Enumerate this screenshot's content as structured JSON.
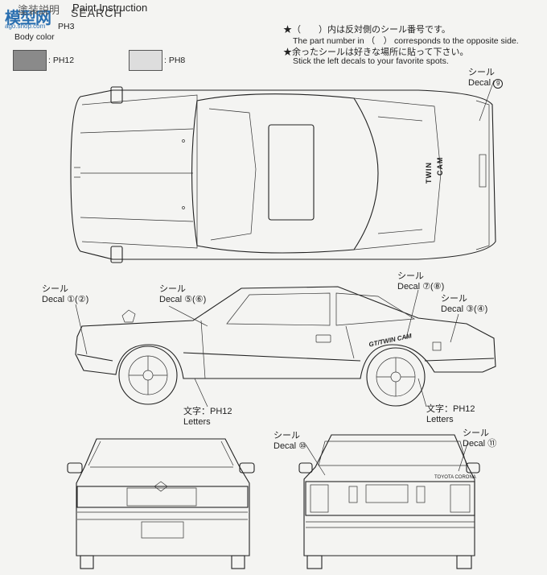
{
  "header": {
    "logo_main": "模型网",
    "logo_sub": "ago.shop.com",
    "title_jp": "塗装説明",
    "title_en": "Paint Instruction",
    "watermark": "SEARCH",
    "ph_main": "PH3",
    "body_color": "Body color",
    "swatch1_code": ": PH12",
    "swatch2_code": ": PH8",
    "swatch1_color": "#8a8a8a",
    "swatch2_color": "#dddddd"
  },
  "notes": {
    "line1_jp": "★（　　）内は反対側のシール番号です。",
    "line1_en": "The part number in （　） corresponds to the opposite side.",
    "line2_jp": "★余ったシールは好きな場所に貼って下さい。",
    "line2_en": "Stick the left decals to your favorite spots."
  },
  "callouts": {
    "top_decal9": {
      "jp": "シール",
      "en": "Decal",
      "num": "9"
    },
    "decal_1_2": {
      "jp": "シール",
      "en": "Decal",
      "num": "①(②)"
    },
    "decal_5_6": {
      "jp": "シール",
      "en": "Decal",
      "num": "⑤(⑥)"
    },
    "decal_7_8": {
      "jp": "シール",
      "en": "Decal",
      "num": "⑦(⑧)"
    },
    "decal_3_4": {
      "jp": "シール",
      "en": "Decal",
      "num": "③(④)"
    },
    "letters_left": {
      "jp": "文字：PH12",
      "en": "Letters"
    },
    "letters_right": {
      "jp": "文字：PH12",
      "en": "Letters"
    },
    "decal_10": {
      "jp": "シール",
      "en": "Decal",
      "num": "⑩"
    },
    "decal_11": {
      "jp": "シール",
      "en": "Decal",
      "num": "⑪"
    }
  },
  "car_text": {
    "roof_twin": "TWIN",
    "roof_cam": "CAM",
    "side_gt": "GT/TWIN CAM",
    "rear_toyota": "TOYOTA CORONA"
  }
}
